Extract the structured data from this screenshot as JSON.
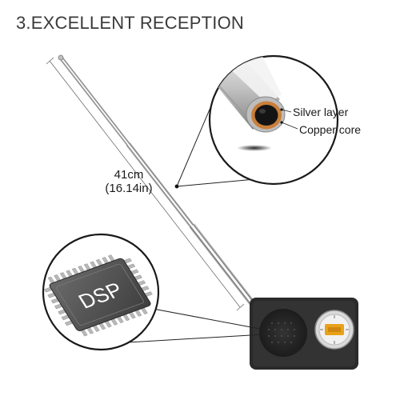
{
  "title": "3.EXCELLENT RECEPTION",
  "antenna": {
    "length_cm": "41cm",
    "length_in": "(16.14in)"
  },
  "cable_callout": {
    "silver_label": "Silver layer",
    "copper_label": "Copper core"
  },
  "chip": {
    "label": "DSP"
  },
  "colors": {
    "copper": "#c97f3a",
    "radio_body": "#2a2a2a",
    "tuning_dial": "#e8a21a"
  }
}
